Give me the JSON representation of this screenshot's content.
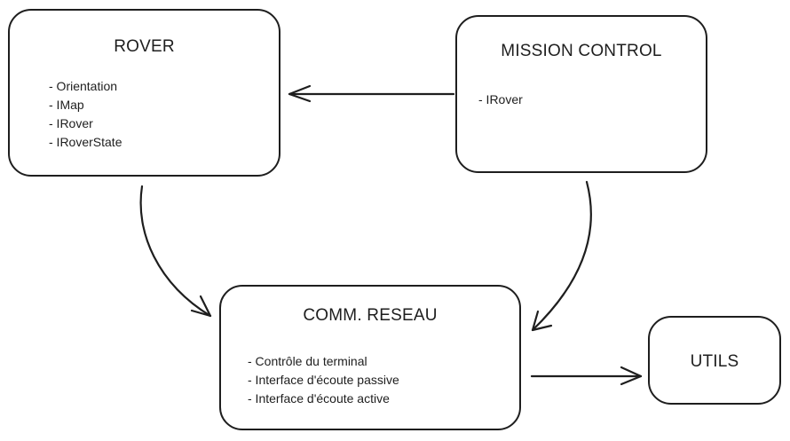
{
  "nodes": {
    "rover": {
      "title": "ROVER",
      "items": [
        "- Orientation",
        "- IMap",
        "- IRover",
        "- IRoverState"
      ]
    },
    "mission_control": {
      "title": "MISSION CONTROL",
      "items": [
        "- IRover"
      ]
    },
    "comm_reseau": {
      "title": "COMM. RESEAU",
      "items": [
        "- Contrôle du terminal",
        "- Interface d'écoute passive",
        "- Interface d'écoute active"
      ]
    },
    "utils": {
      "title": "UTILS",
      "items": []
    }
  },
  "edges": [
    {
      "from": "MISSION CONTROL",
      "to": "ROVER"
    },
    {
      "from": "ROVER",
      "to": "COMM. RESEAU"
    },
    {
      "from": "MISSION CONTROL",
      "to": "COMM. RESEAU"
    },
    {
      "from": "COMM. RESEAU",
      "to": "UTILS"
    }
  ]
}
